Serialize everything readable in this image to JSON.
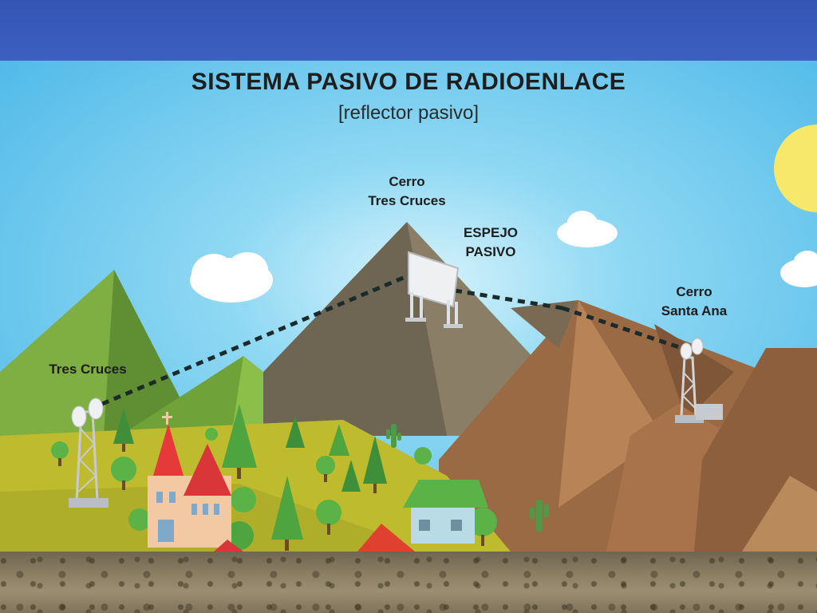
{
  "title": "SISTEMA PASIVO DE RADIOENLACE",
  "subtitle": "[reflector pasivo]",
  "labels": {
    "cerro_tres_cruces_line1": "Cerro",
    "cerro_tres_cruces_line2": "Tres Cruces",
    "espejo_line1": "ESPEJO",
    "espejo_line2": "PASIVO",
    "cerro_santa_ana_line1": "Cerro",
    "cerro_santa_ana_line2": "Santa Ana",
    "tres_cruces": "Tres Cruces"
  },
  "colors": {
    "sky": "#63c5ef",
    "header_band": "#3757b8",
    "link_line": "#1b2a2a",
    "sun": "#f7e76a"
  }
}
